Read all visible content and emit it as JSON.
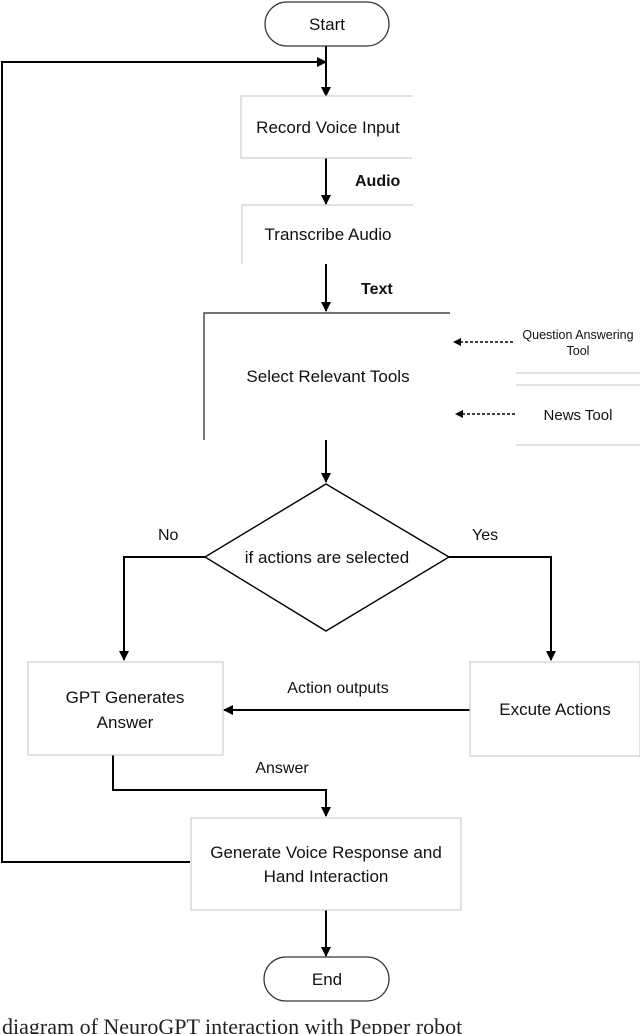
{
  "nodes": {
    "start": "Start",
    "record": "Record Voice Input",
    "transcribe": "Transcribe Audio",
    "select_tools": "Select Relevant Tools",
    "tool_qa_line1": "Question Answering",
    "tool_qa_line2": "Tool",
    "tool_news": "News Tool",
    "decision": "if actions are selected",
    "gpt_line1": "GPT Generates",
    "gpt_line2": "Answer",
    "execute": "Excute Actions",
    "voice_line1": "Generate Voice Response and",
    "voice_line2": "Hand Interaction",
    "end": "End"
  },
  "edge_labels": {
    "audio": "Audio",
    "text": "Text",
    "no": "No",
    "yes": "Yes",
    "action_outputs": "Action outputs",
    "answer": "Answer"
  },
  "caption": "diagram of NeuroGPT interaction with Pepper robot"
}
